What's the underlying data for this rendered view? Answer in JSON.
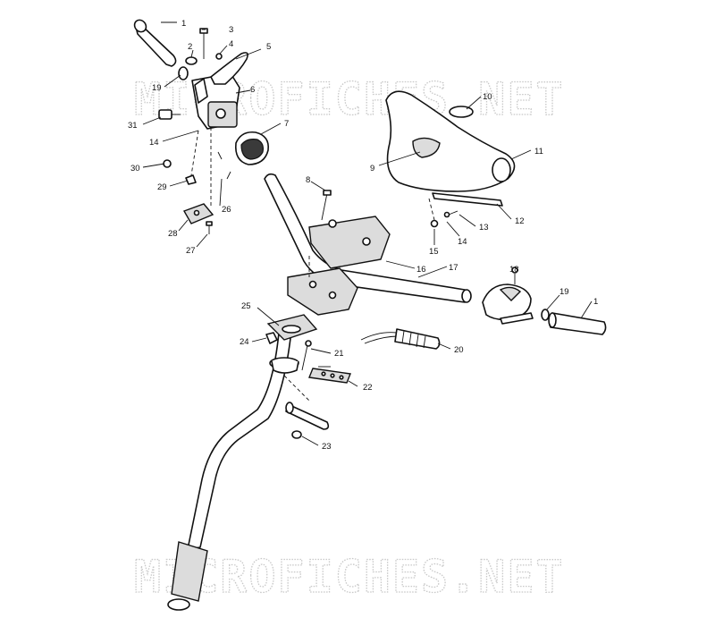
{
  "watermark": "MICROFICHES.NET",
  "callouts": {
    "c1a": "1",
    "c2": "2",
    "c3": "3",
    "c4": "4",
    "c5": "5",
    "c6": "6",
    "c7": "7",
    "c8": "8",
    "c9": "9",
    "c10": "10",
    "c11": "11",
    "c12": "12",
    "c13": "13",
    "c14a": "14",
    "c14b": "14",
    "c15": "15",
    "c16": "16",
    "c17": "17",
    "c18": "18",
    "c19a": "19",
    "c19b": "19",
    "c20": "20",
    "c21": "21",
    "c22": "22",
    "c23": "23",
    "c24": "24",
    "c25": "25",
    "c26": "26",
    "c27": "27",
    "c28": "28",
    "c29": "29",
    "c30": "30",
    "c31": "31",
    "c1b": "1"
  }
}
